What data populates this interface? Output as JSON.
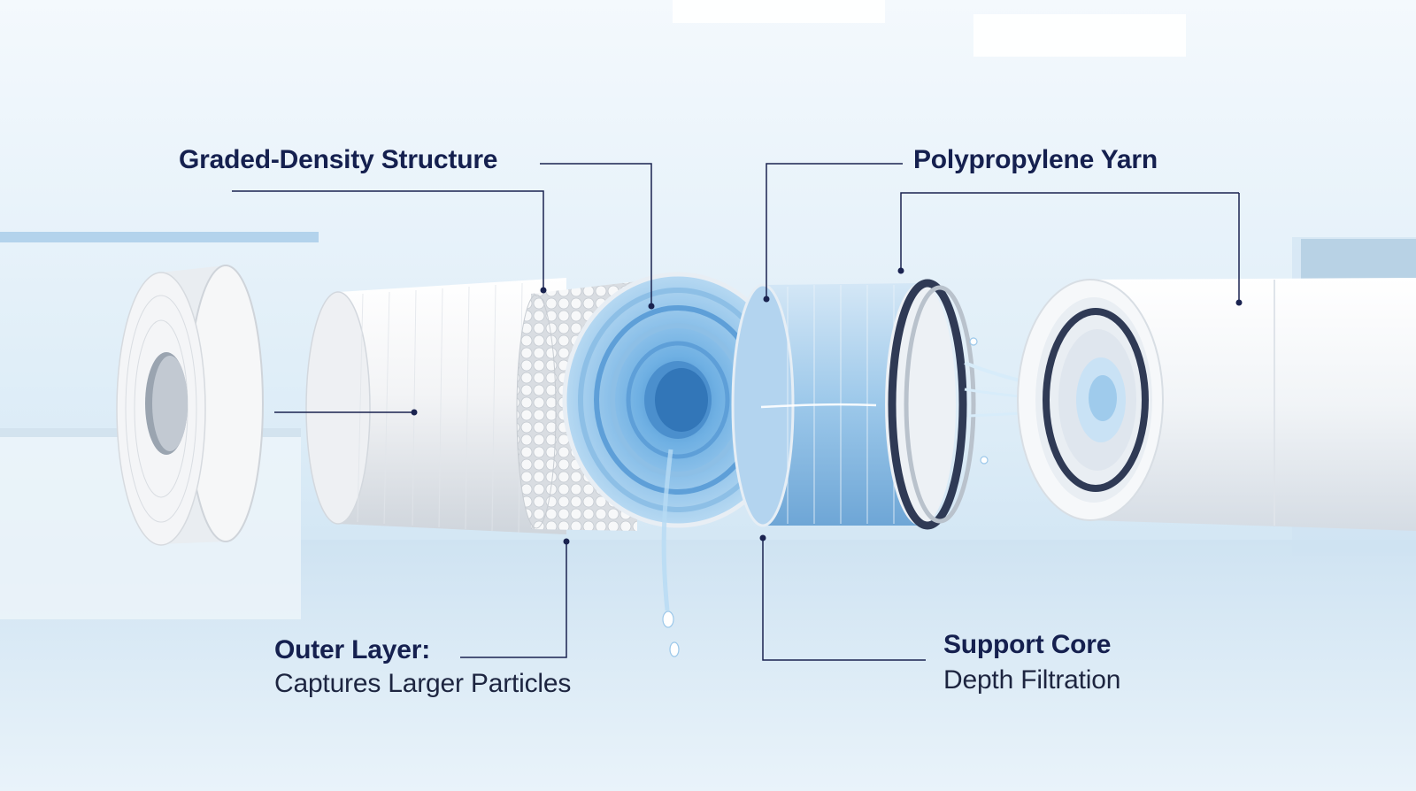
{
  "callouts": {
    "graded_density": {
      "title": "Graded-Density Structure"
    },
    "polypropylene": {
      "title": "Polypropylene Yarn"
    },
    "outer_layer": {
      "title": "Outer Layer:",
      "subtitle": "Captures Larger Particles"
    },
    "support_core": {
      "title": "Support Core",
      "subtitle": "Depth Filtration"
    }
  },
  "colors": {
    "label_text": "#15204f",
    "leader_line": "#1a2350",
    "background_light": "#e8f2f9",
    "background_blue": "#bcd9ee",
    "filter_white": "#f1f3f5",
    "filter_blue": "#7fb6e2",
    "gasket_dark": "#2f3a55"
  },
  "icons": [
    "filter-cartridge",
    "water-drops"
  ]
}
